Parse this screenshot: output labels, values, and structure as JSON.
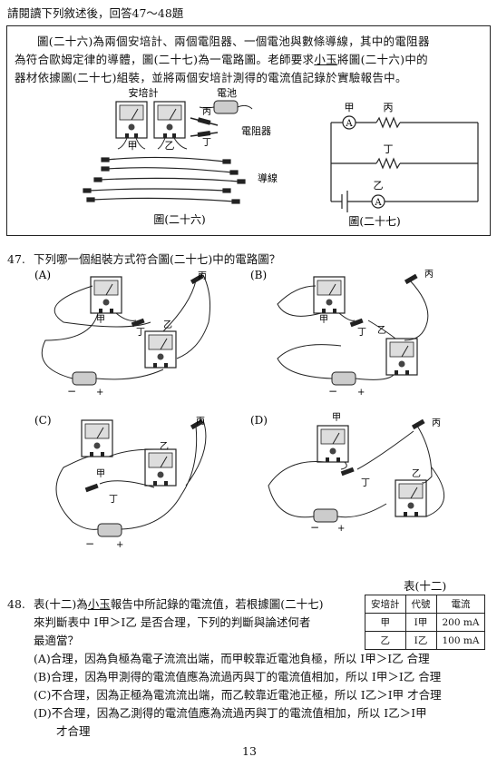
{
  "header": {
    "instruction": "請閱讀下列敘述後，回答47～48題"
  },
  "intro": {
    "line1": "圖(二十六)為兩個安培計、兩個電阻器、一個電池與數條導線，其中的電阻器",
    "line2": "為符合歐姆定律的導體，圖(二十七)為一電路圖。老師要求",
    "line2_name": "小玉",
    "line2_end": "將圖(二十六)中的",
    "line3": "器材依據圖(二十七)組裝，並將兩個安培計測得的電流值記錄於實驗報告中。"
  },
  "fig26": {
    "ammeter_label": "安培計",
    "battery_label": "電池",
    "resistor_label": "電阻器",
    "wire_label": "導線",
    "meter_a": "甲",
    "meter_b": "乙",
    "res_a": "丙",
    "res_b": "丁",
    "caption": "圖(二十六)"
  },
  "fig27": {
    "a_label": "甲",
    "b_label": "丙",
    "c_label": "丁",
    "d_label": "乙",
    "ammeter_symbol": "A",
    "caption": "圖(二十七)"
  },
  "q47": {
    "number": "47.",
    "text": "下列哪一個組裝方式符合圖(二十七)中的電路圖？",
    "options": [
      {
        "label": "(A)",
        "meter1": "甲",
        "meter2": "乙",
        "r1": "丙",
        "r2": "丁",
        "minus": "−",
        "plus": "+"
      },
      {
        "label": "(B)",
        "meter1": "甲",
        "meter2": "乙",
        "r1": "丙",
        "r2": "丁",
        "minus": "−",
        "plus": "+"
      },
      {
        "label": "(C)",
        "meter1": "甲",
        "meter2": "乙",
        "r1": "丙",
        "r2": "丁",
        "minus": "−",
        "plus": "+"
      },
      {
        "label": "(D)",
        "meter1": "甲",
        "meter2": "乙",
        "r1": "丙",
        "r2": "丁",
        "minus": "−",
        "plus": "+"
      }
    ]
  },
  "table12": {
    "title": "表(十二)",
    "headers": [
      "安培計",
      "代號",
      "電流"
    ],
    "rows": [
      [
        "甲",
        "I甲",
        "200 mA"
      ],
      [
        "乙",
        "I乙",
        "100 mA"
      ]
    ]
  },
  "q48": {
    "number": "48.",
    "line1_pre": "表(十二)為",
    "line1_name": "小玉",
    "line1_post": "報告中所記錄的電流值，若根據圖(二十七)",
    "line2": "來判斷表中 I甲＞I乙 是否合理，下列的判斷與論述何者",
    "line3": "最適當？",
    "options": [
      "(A)合理，因為負極為電子流流出端，而甲較靠近電池負極，所以 I甲＞I乙 合理",
      "(B)合理，因為甲測得的電流值應為流過丙與丁的電流值相加，所以 I甲＞I乙 合理",
      "(C)不合理，因為正極為電流流出端，而乙較靠近電池正極，所以 I乙＞I甲 才合理",
      "(D)不合理，因為乙測得的電流值應為流過丙與丁的電流值相加，所以 I乙＞I甲",
      "才合理"
    ]
  },
  "footer": {
    "page_number": "13"
  }
}
